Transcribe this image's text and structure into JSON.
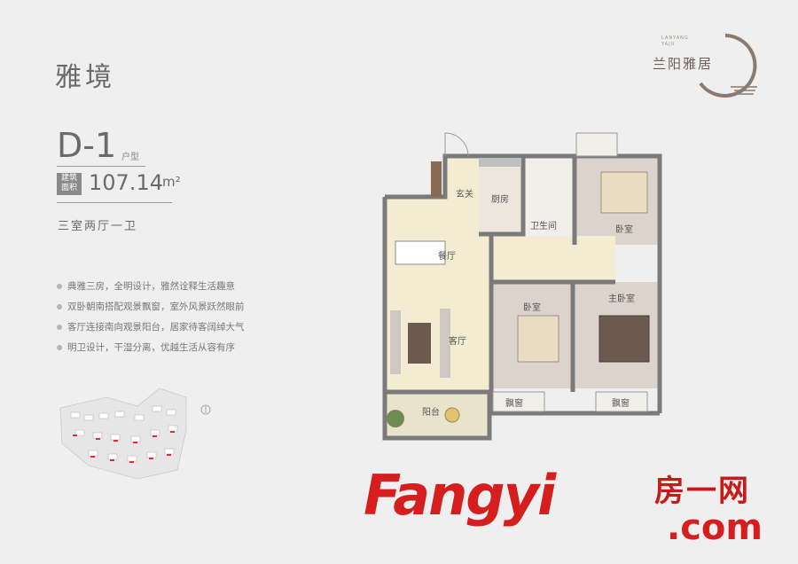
{
  "header": {
    "title": "雅境"
  },
  "unit": {
    "code": "D-1",
    "code_suffix": "户型",
    "area_tag": "建筑\n面积",
    "area_value": "107.14",
    "area_unit": "m²",
    "layout": "三室两厅一卫"
  },
  "features": [
    "典雅三房，全明设计，雅然诠释生活趣意",
    "双卧朝南搭配观景飘窗，室外风景跃然眼前",
    "客厅连接南向观景阳台，居家待客阔绰大气",
    "明卫设计，干湿分离，优越生活从容有序"
  ],
  "brand": {
    "en_line1": "LANYANG",
    "en_line2": "YAJU",
    "name": "兰阳雅居"
  },
  "rooms": {
    "entrance": "玄关",
    "kitchen": "厨房",
    "bathroom": "卫生间",
    "dining": "餐厅",
    "living": "客厅",
    "bedroom_ne": "卧室",
    "bedroom_s": "卧室",
    "master": "主卧室",
    "balcony": "阳台",
    "bay1": "飘窗",
    "bay2": "飘窗"
  },
  "watermark": {
    "brand": "Fangyi",
    "cn": "房一网",
    "domain": ".com"
  },
  "colors": {
    "background": "#efefef",
    "wall": "#7a7a7a",
    "floor_public": "#f4ecd2",
    "floor_bedroom": "#dcd4cc",
    "watermark_red": "#d71e1e"
  }
}
